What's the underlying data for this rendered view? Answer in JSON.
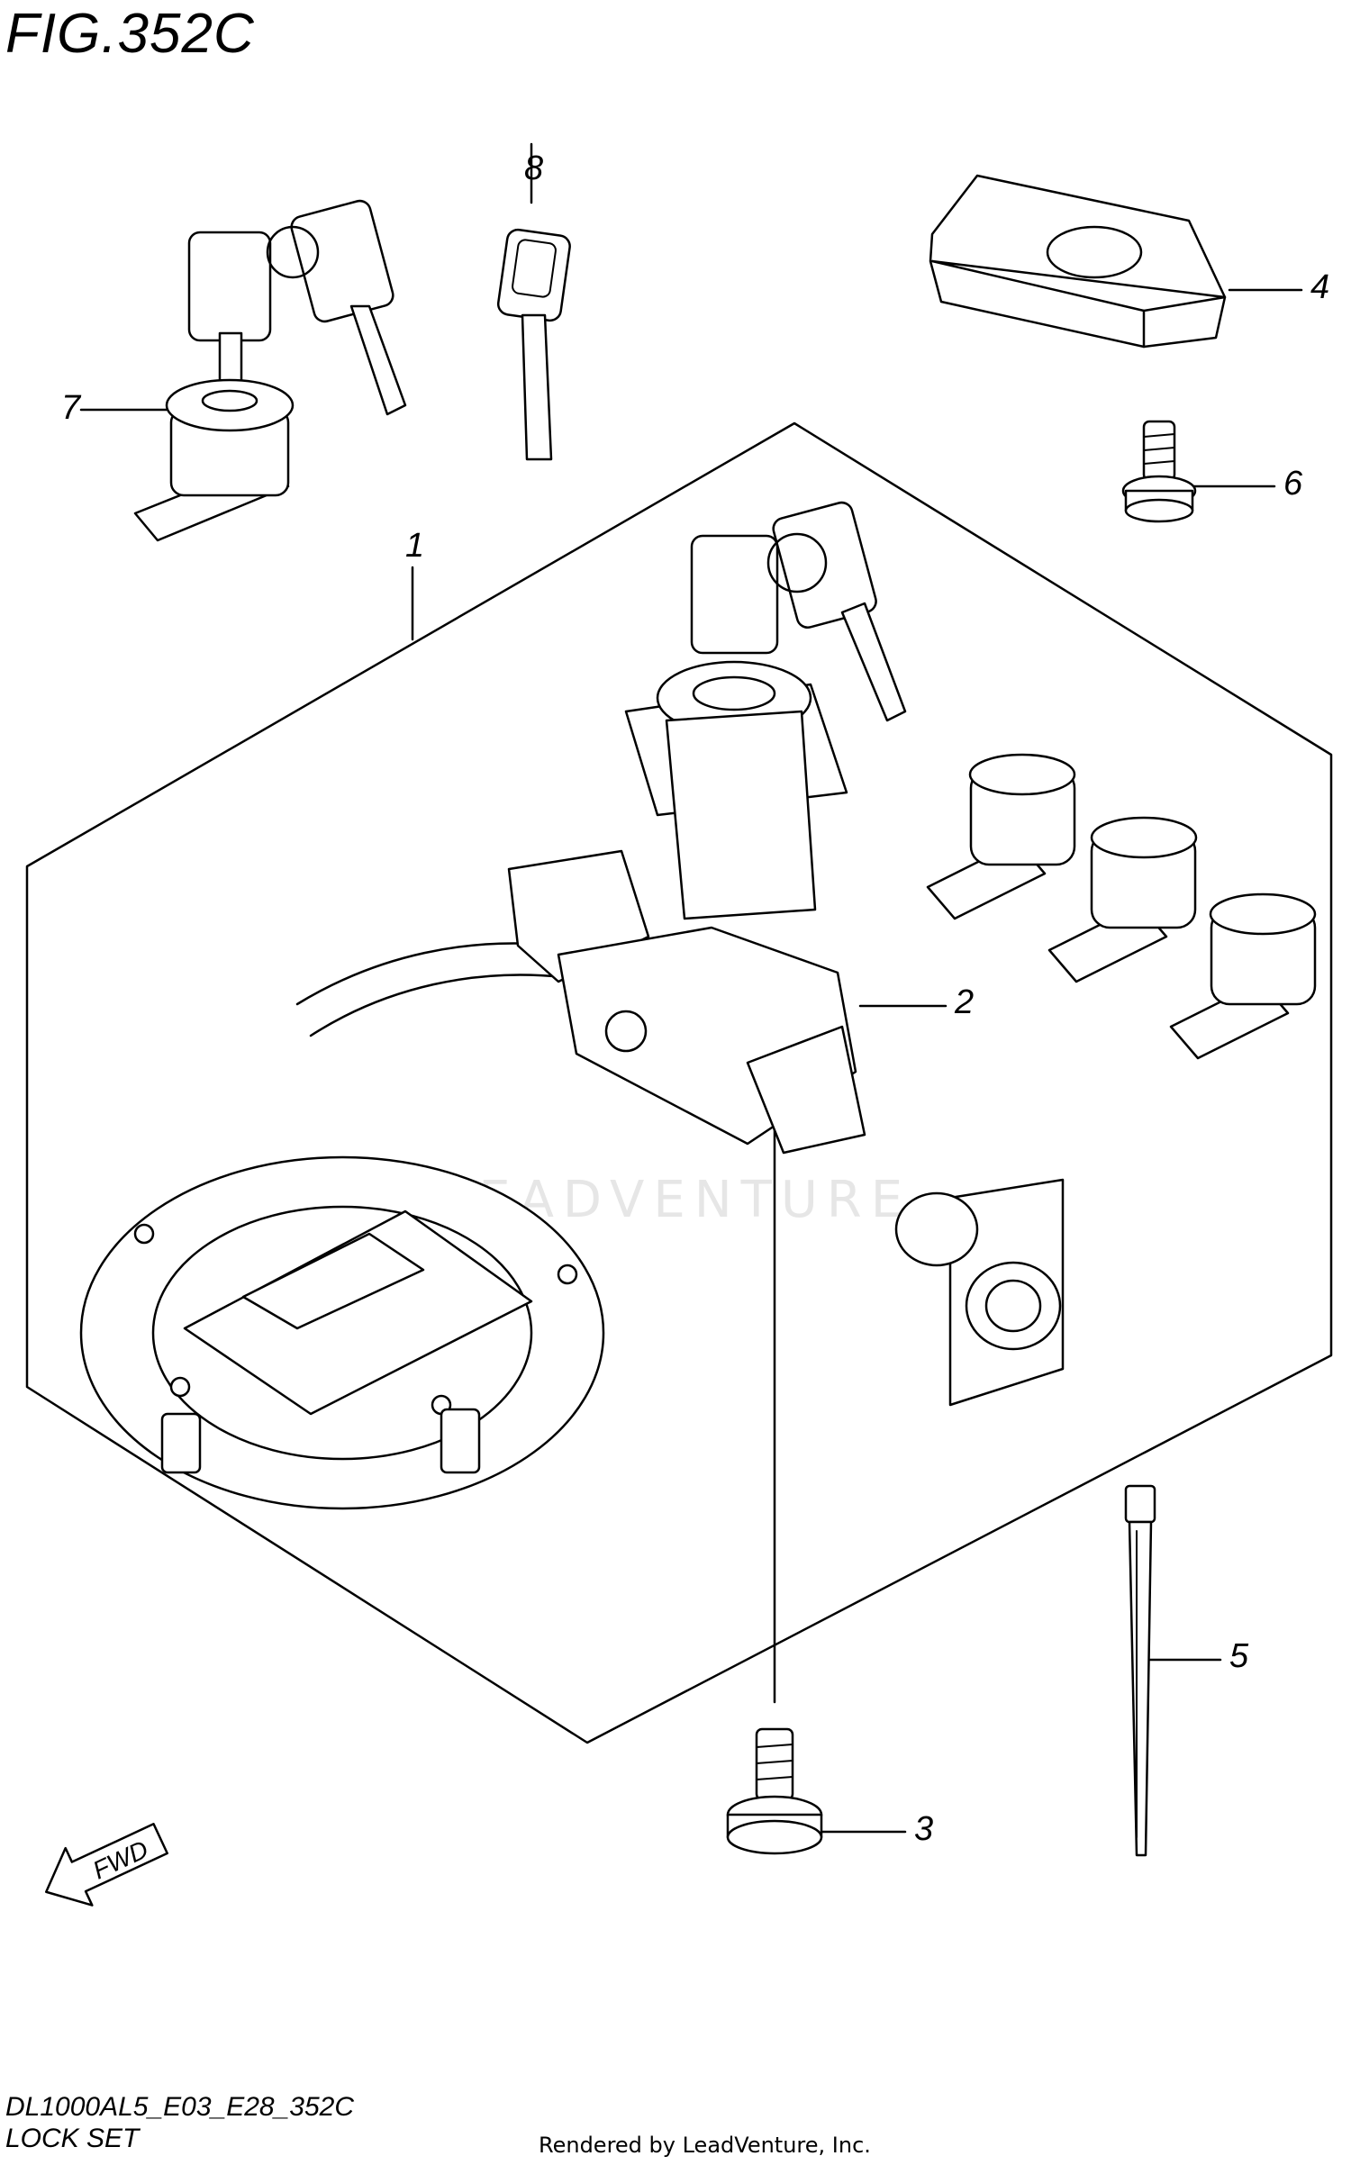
{
  "figure": {
    "title": "FIG.352C",
    "subtitle": "LOCK SET",
    "code": "DL1000AL5_E03_E28_352C",
    "rendered_by": "Rendered by LeadVenture, Inc.",
    "watermark": "LEADVENTURE",
    "fwd_label": "FWD"
  },
  "callouts": [
    {
      "id": "1",
      "label": "1"
    },
    {
      "id": "2",
      "label": "2"
    },
    {
      "id": "3",
      "label": "3"
    },
    {
      "id": "4",
      "label": "4"
    },
    {
      "id": "5",
      "label": "5"
    },
    {
      "id": "6",
      "label": "6"
    },
    {
      "id": "7",
      "label": "7"
    },
    {
      "id": "8",
      "label": "8"
    }
  ]
}
